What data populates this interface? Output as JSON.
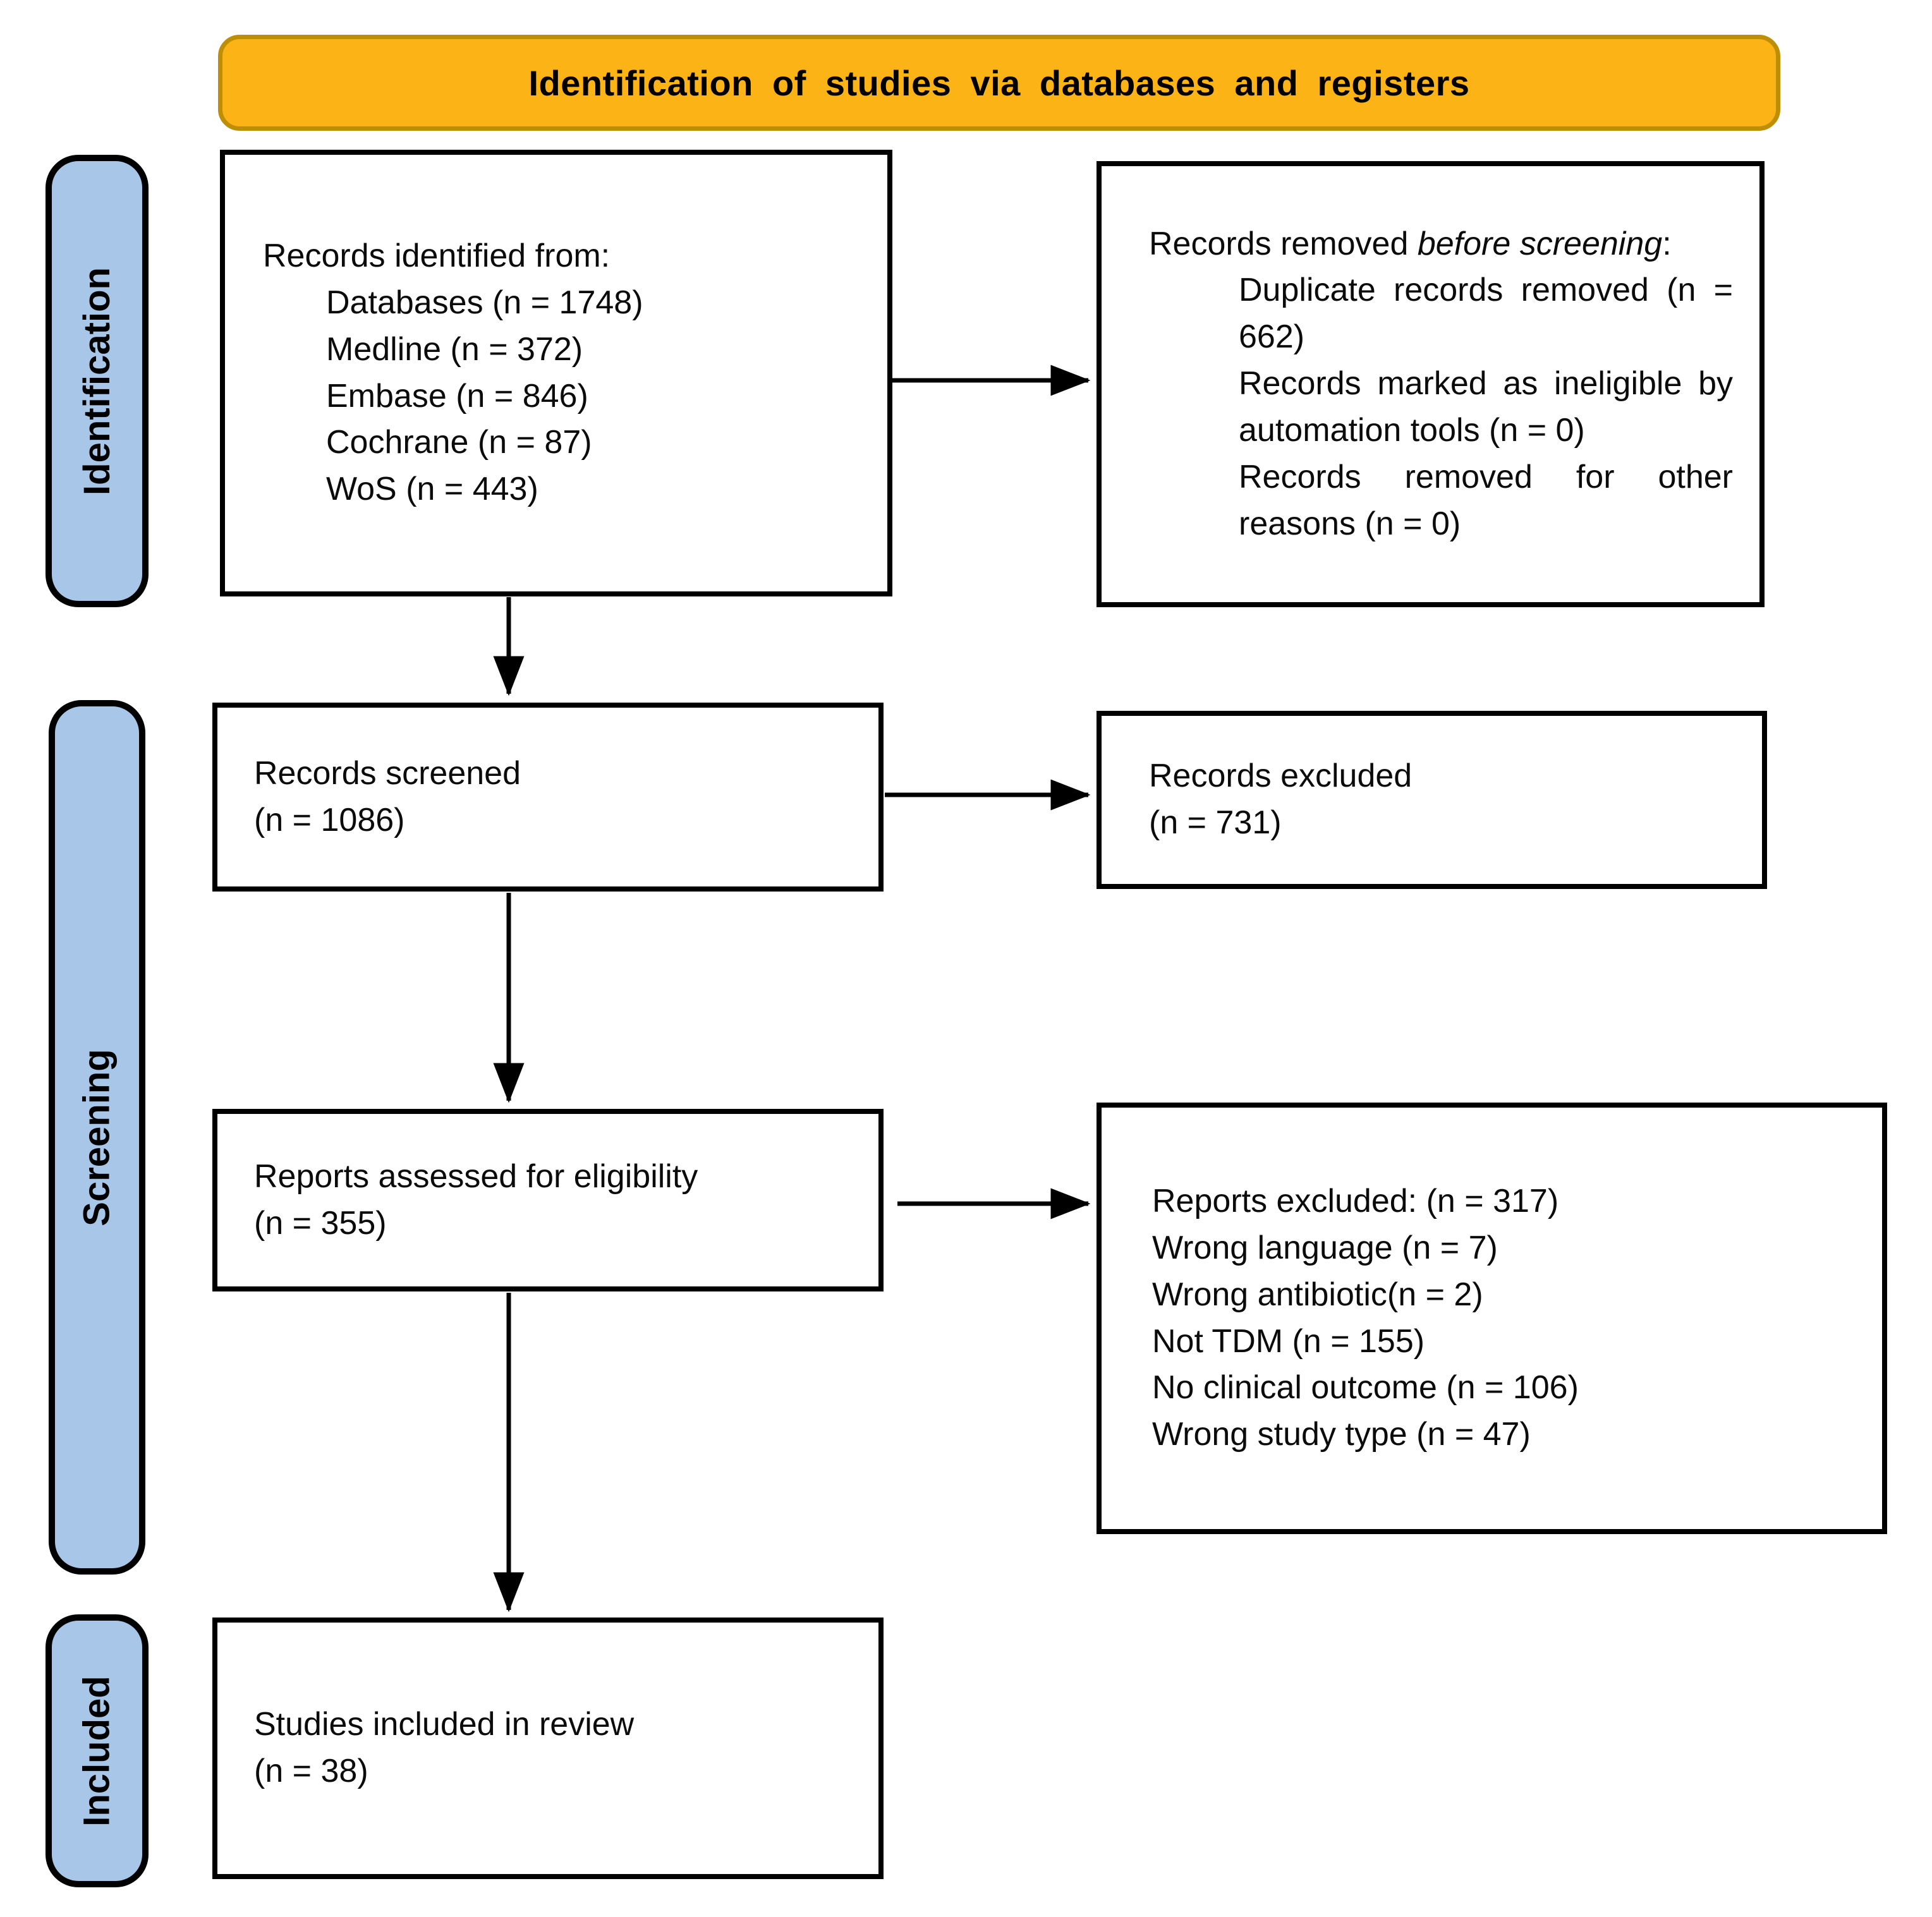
{
  "banner": {
    "title": "Identification of studies via databases and registers"
  },
  "stages": [
    {
      "label": "Identification"
    },
    {
      "label": "Screening"
    },
    {
      "label": "Included"
    }
  ],
  "boxes": {
    "identified": {
      "title": "Records identified from:",
      "items": [
        "Databases (n = 1748)",
        "Medline (n = 372)",
        "Embase (n = 846)",
        "Cochrane (n = 87)",
        "WoS (n = 443)"
      ]
    },
    "removed": {
      "prefix": "Records removed ",
      "emphasis": "before screening",
      "suffix": ":",
      "items": [
        "Duplicate records removed (n = 662)",
        "Records marked as ineligible by automation tools (n = 0)",
        "Records removed for other reasons (n = 0)"
      ]
    },
    "screened": {
      "line1": "Records screened",
      "line2": "(n = 1086)"
    },
    "records_excluded": {
      "line1": "Records excluded",
      "line2": "(n = 731)"
    },
    "assessed": {
      "line1": "Reports assessed for eligibility",
      "line2": "(n = 355)"
    },
    "reports_excluded": {
      "lines": [
        "Reports excluded: (n = 317)",
        "Wrong language (n = 7)",
        "Wrong antibiotic(n = 2)",
        "Not TDM (n = 155)",
        "No clinical outcome (n = 106)",
        "Wrong study type (n = 47)"
      ]
    },
    "included": {
      "line1": "Studies included in review",
      "line2": "(n = 38)"
    }
  },
  "colors": {
    "banner_fill": "#FBB315",
    "banner_border": "#BD8E06",
    "stage_fill": "#A8C6E7",
    "arrow": "#000000"
  }
}
